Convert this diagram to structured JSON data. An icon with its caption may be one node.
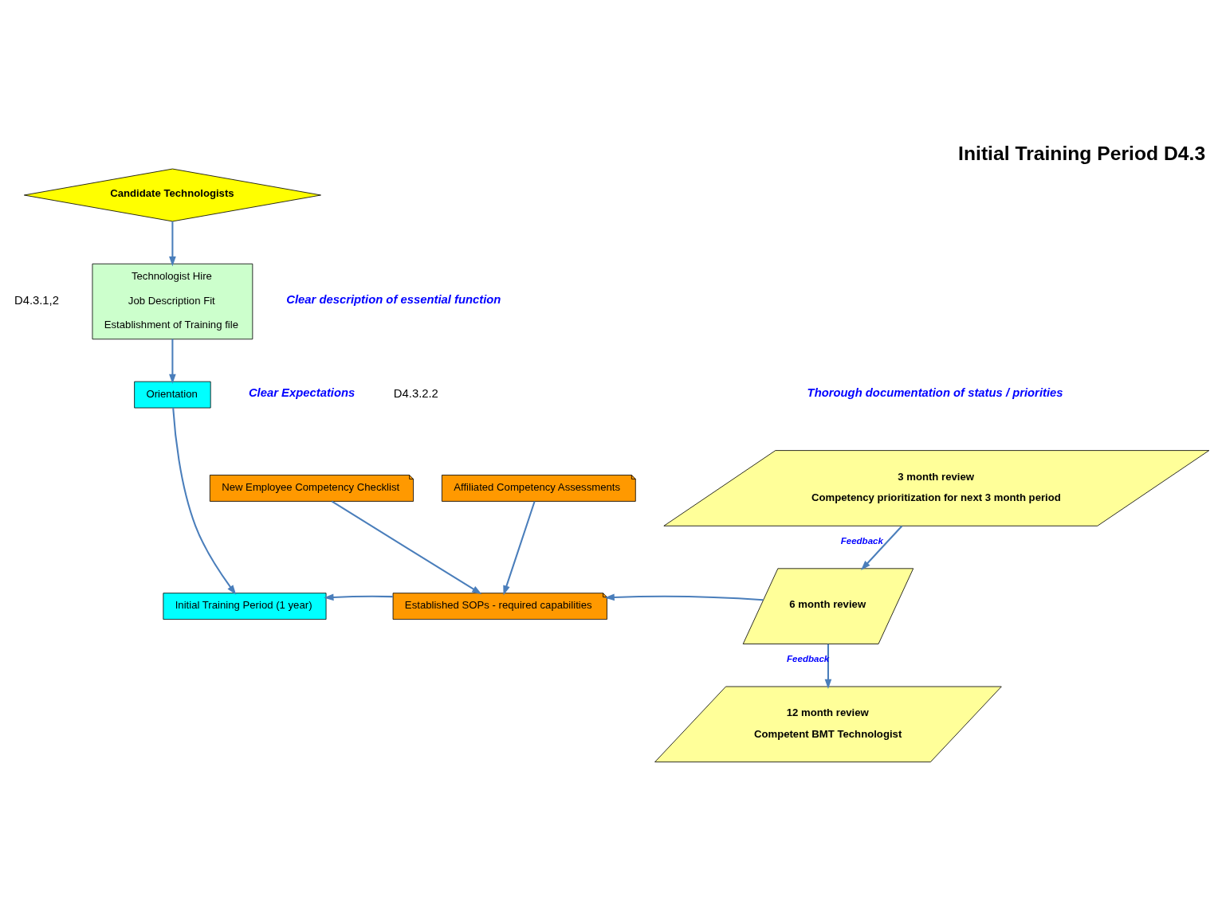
{
  "diagram": {
    "title": "Initial Training Period D4.3",
    "nodes": [
      {
        "text": [
          "Candidate Technologists"
        ]
      },
      {
        "text": [
          "Technologist Hire",
          "Job Description Fit",
          "Establishment of Training file"
        ]
      },
      {
        "text": [
          "Orientation"
        ]
      },
      {
        "text": [
          "Initial Training Period (1 year)"
        ]
      },
      {
        "text": [
          "New Employee Competency Checklist"
        ]
      },
      {
        "text": [
          "Established SOPs - required capabilities"
        ]
      },
      {
        "text": [
          "Affiliated Competency Assessments"
        ]
      },
      {
        "text": [
          "3 month review",
          "Competency prioritization for next 3 month period"
        ]
      },
      {
        "text": [
          "6 month review"
        ]
      },
      {
        "text": [
          "12 month review",
          "Competent BMT Technologist"
        ]
      }
    ],
    "edges": [
      {
        "from": 0,
        "to": 1,
        "arrow": "to"
      },
      {
        "from": 1,
        "to": 2,
        "arrow": "to"
      },
      {
        "from": 2,
        "to": 3,
        "arrow": "to"
      },
      {
        "from": 4,
        "to": 5,
        "arrow": "to"
      },
      {
        "from": 6,
        "to": 5,
        "arrow": "to"
      },
      {
        "from": 5,
        "to": 3,
        "arrow": "to"
      },
      {
        "from": 8,
        "to": 5,
        "arrow": "to"
      },
      {
        "from": 7,
        "to": 8,
        "arrow": "to",
        "label": "Feedback"
      },
      {
        "from": 8,
        "to": 9,
        "arrow": "to",
        "label": "Feedback"
      }
    ],
    "labels": [
      "Clear description of essential function",
      "D4.3.1,2",
      "D4.3.2.2",
      "Clear Expectations",
      "Thorough documentation of status / priorities"
    ]
  }
}
